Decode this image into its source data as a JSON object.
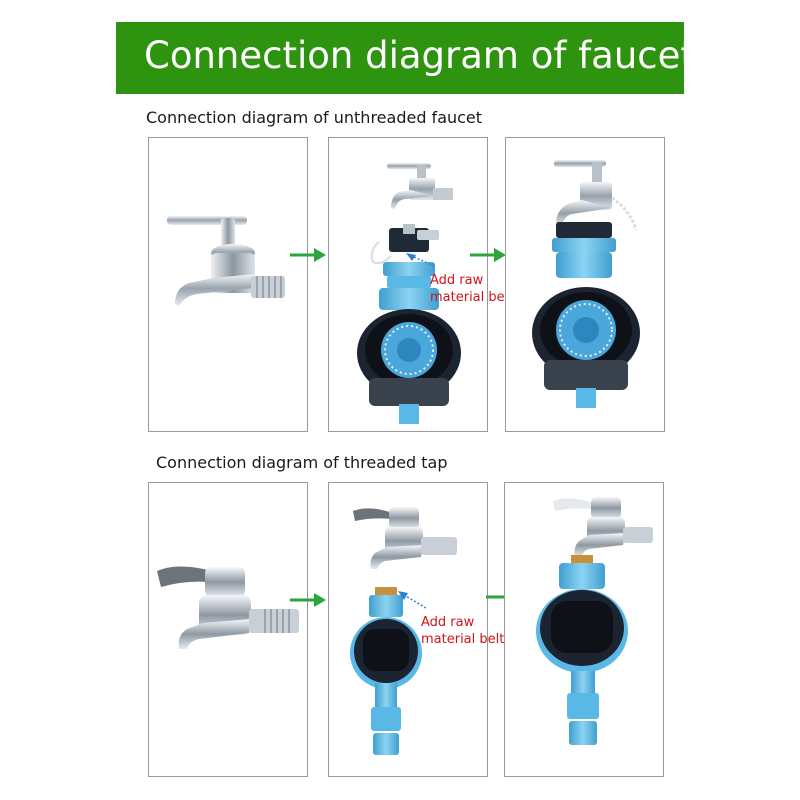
{
  "banner": {
    "title": "Connection diagram of faucet"
  },
  "sections": [
    {
      "title": "Connection diagram of unthreaded faucet",
      "note_line1": "Add raw",
      "note_line2": "material belt"
    },
    {
      "title": "Connection diagram of threaded tap",
      "note_line1": "Add raw",
      "note_line2": "material belt"
    }
  ],
  "colors": {
    "banner": "#2e9410",
    "arrow": "#2aa63a",
    "note": "#d0141c",
    "connector_blue": "#5ab8e6",
    "timer_dark": "#1b2430",
    "chrome": "#b9c2cc",
    "brass": "#c8903a"
  }
}
